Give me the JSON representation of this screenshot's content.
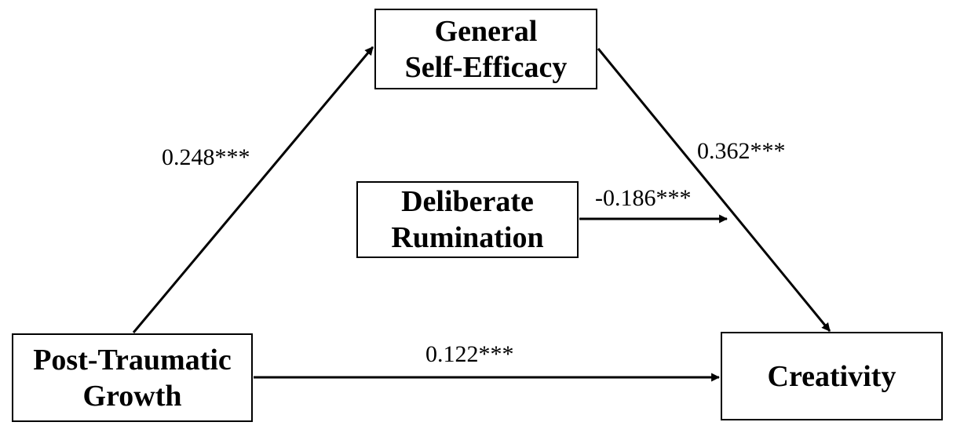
{
  "nodes": {
    "self_efficacy": {
      "line1": "General",
      "line2": "Self-Efficacy"
    },
    "rumination": {
      "line1": "Deliberate",
      "line2": "Rumination"
    },
    "ptg": {
      "line1": "Post-Traumatic",
      "line2": "Growth"
    },
    "creativity": {
      "line1": "Creativity"
    }
  },
  "paths": {
    "ptg_to_gse": "0.248***",
    "gse_to_creativity": "0.362***",
    "rumination_moderation": "-0.186***",
    "ptg_to_creativity": "0.122***"
  },
  "colors": {
    "stroke": "#000000",
    "background": "#ffffff"
  }
}
